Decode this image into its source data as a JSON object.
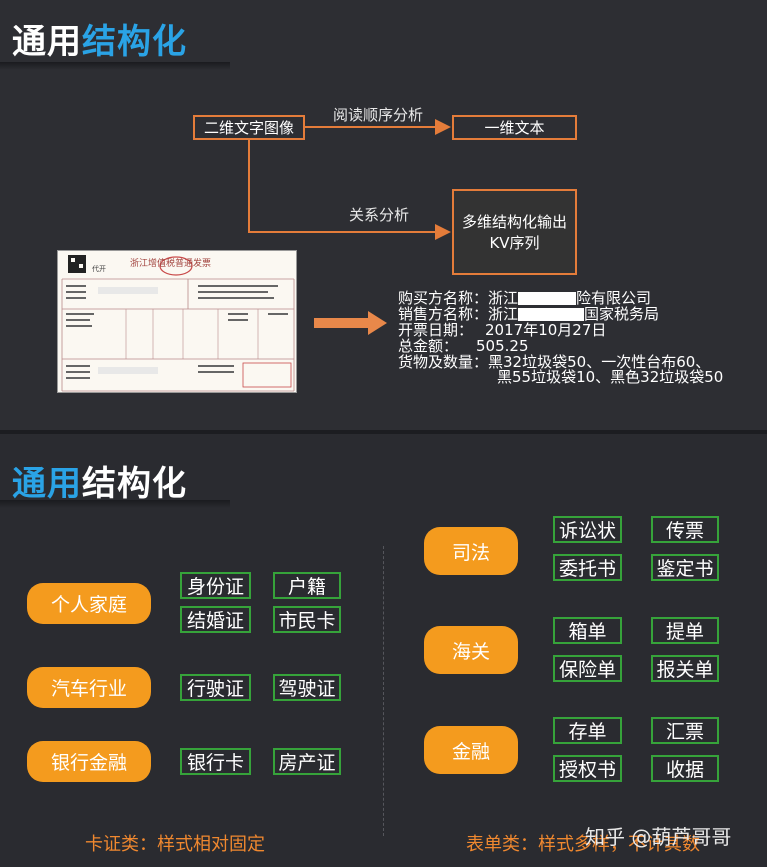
{
  "slide1": {
    "title_a": "通用",
    "title_b": "结构化",
    "source_box": "二维文字图像",
    "target_1d": "一维文本",
    "edge_reading": "阅读顺序分析",
    "edge_relation": "关系分析",
    "target_kv_line1": "多维结构化输出",
    "target_kv_line2": "KV序列",
    "invoice_header": "浙江增值税普通发票",
    "invoice_copy": "代开",
    "kv_lines": [
      {
        "label": "购买方名称：",
        "pre": "浙江",
        "post": "险有限公司"
      },
      {
        "label": "销售方名称：",
        "pre": "浙江",
        "post": "国家税务局"
      },
      {
        "label": "开票日期：",
        "value": "2017年10月27日"
      },
      {
        "label": "总金额：",
        "value": "505.25"
      },
      {
        "label": "货物及数量：",
        "value": "黑32垃圾袋50、一次性台布60、"
      },
      {
        "label": "",
        "value": "黑55垃圾袋10、黑色32垃圾袋50"
      }
    ]
  },
  "slide2": {
    "title_a": "通用",
    "title_b": "结构化",
    "left_groups": [
      {
        "name": "个人家庭",
        "tags": [
          "身份证",
          "户籍",
          "结婚证",
          "市民卡"
        ]
      },
      {
        "name": "汽车行业",
        "tags": [
          "行驶证",
          "驾驶证"
        ]
      },
      {
        "name": "银行金融",
        "tags": [
          "银行卡",
          "房产证"
        ]
      }
    ],
    "right_groups": [
      {
        "name": "司法",
        "tags": [
          "诉讼状",
          "传票",
          "委托书",
          "鉴定书"
        ]
      },
      {
        "name": "海关",
        "tags": [
          "箱单",
          "提单",
          "保险单",
          "报关单"
        ]
      },
      {
        "name": "金融",
        "tags": [
          "存单",
          "汇票",
          "授权书",
          "收据"
        ]
      }
    ],
    "footer_left": "卡证类：样式相对固定",
    "footer_right": "表单类：样式多样，不计其数",
    "watermark": "知乎 @葫芦哥哥"
  },
  "colors": {
    "accent_blue": "#2aa3e6",
    "orange": "#f49b1e",
    "box_border": "#e47c3a",
    "tag_green": "#36a33a"
  }
}
